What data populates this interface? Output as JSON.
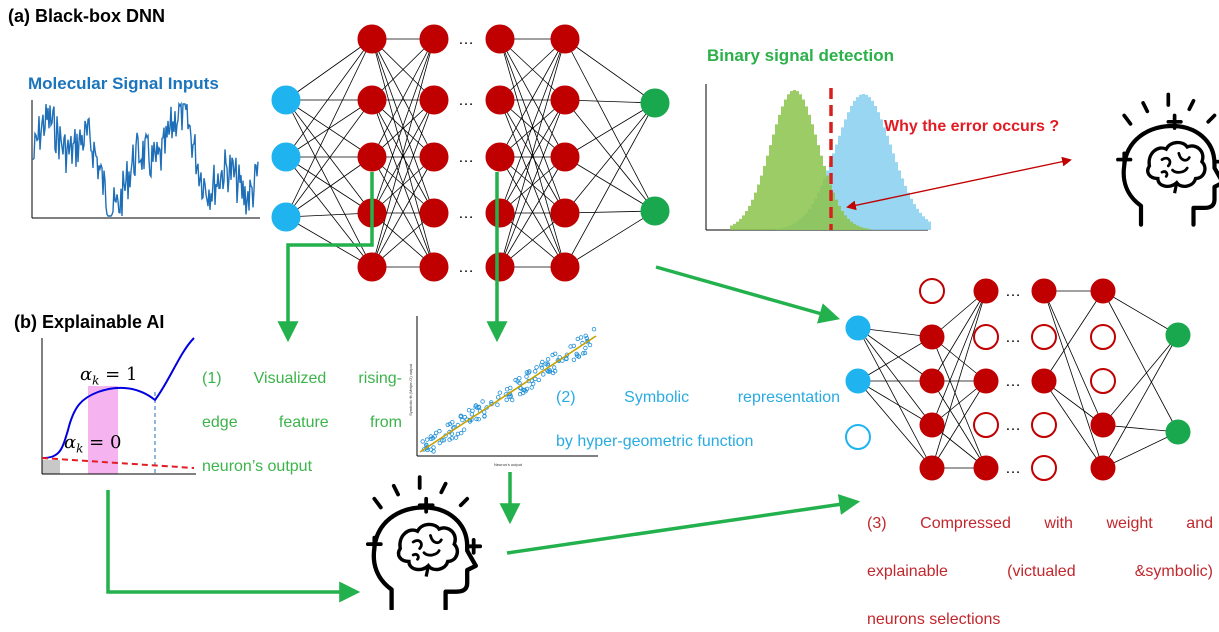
{
  "titles": {
    "panel_a": "(a) Black-box DNN",
    "panel_b": "(b) Explainable AI"
  },
  "labels": {
    "molecular_inputs": "Molecular Signal Inputs",
    "binary_detection": "Binary signal detection",
    "why_error": "Why the error occurs ?"
  },
  "annotations": {
    "step1_line1": "(1) Visualized rising-",
    "step1_line2": "edge feature from",
    "step1_line3": "neuron’s output",
    "step2_line1": "(2) Symbolic representation",
    "step2_line2": "by hyper-geometric function",
    "step3_line1": "(3) Compressed with weight and",
    "step3_line2": "explainable (victualed &symbolic)",
    "step3_line3": "neurons selections"
  },
  "equations": {
    "alpha_one": "α",
    "alpha_one_sub": "k",
    "alpha_one_rhs": " = 1",
    "alpha_zero": "α",
    "alpha_zero_sub": "k",
    "alpha_zero_rhs": " = 0"
  },
  "ellipsis": "…",
  "scatter_axis": {
    "xlabel": "Neuron's output",
    "ylabel": "Symbolic fit (Meijer-G) output"
  },
  "colors": {
    "neuron_red": "#c00000",
    "neuron_blue": "#1fb4f0",
    "neuron_green": "#1aa84f",
    "arrow_green": "#22b14c",
    "signal_blue": "#1f6fb8",
    "hist_green": "#8bc34a",
    "hist_blue": "#87cfee",
    "threshold_red": "#d62020",
    "highlight_pink": "#f5b3f0"
  },
  "icons": [
    "brain-head-icon",
    "brain-head-icon"
  ]
}
